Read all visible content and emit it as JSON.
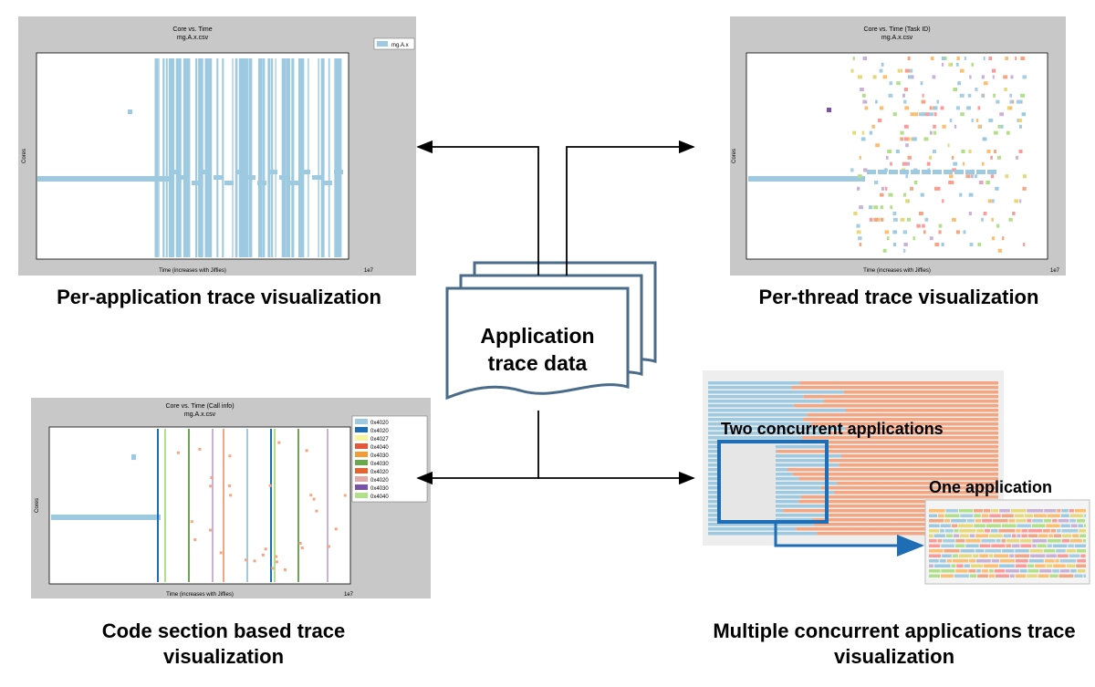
{
  "captions": {
    "per_app": "Per-application trace visualization",
    "per_thread": "Per-thread trace visualization",
    "code_section": "Code section based trace visualization",
    "multiple": "Multiple concurrent applications trace visualization"
  },
  "center": {
    "line1": "Application",
    "line2": "trace data"
  },
  "overlays": {
    "two_apps": "Two concurrent applications",
    "one_app": "One application"
  },
  "plots": {
    "per_app": {
      "title": "Core vs. Time",
      "subtitle": "mg.A.x.csv",
      "xlabel": "Time (increases with Jiffies)",
      "ylabel": "Cores",
      "scale": "1e7",
      "legend": [
        "mg.A.x"
      ]
    },
    "per_thread": {
      "title": "Core vs. Time (Task ID)",
      "subtitle": "mg.A.x.csv",
      "xlabel": "Time (increases with Jiffies)",
      "ylabel": "Cores",
      "scale": "1e7"
    },
    "code_section": {
      "title": "Core vs. Time (Call info)",
      "subtitle": "mg.A.x.csv",
      "xlabel": "Time (increases with Jiffies)",
      "ylabel": "Cores",
      "scale": "1e7",
      "legend": [
        "0x4020",
        "0x4020",
        "0x4027",
        "0x4040",
        "0x4030",
        "0x4030",
        "0x4020",
        "0x4020",
        "0x4030",
        "0x4040"
      ]
    }
  },
  "colors": {
    "app_blue": "#9ecae1",
    "app_orange": "#f4a582",
    "highlight_blue": "#1f6eb5",
    "frame_gray": "#c8c8c8"
  }
}
